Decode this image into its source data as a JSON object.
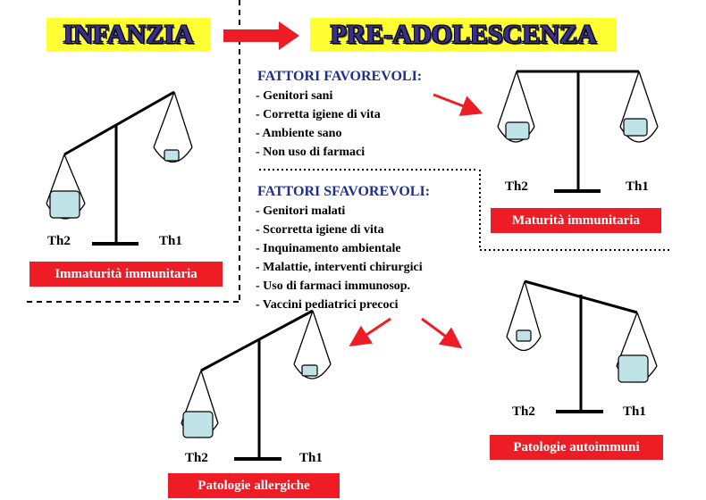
{
  "stages": {
    "infancy": "INFANZIA",
    "pre_adolescence": "PRE-ADOLESCENZA"
  },
  "favorable": {
    "title": "FATTORI FAVOREVOLI:",
    "items": [
      "- Genitori sani",
      "- Corretta igiene di vita",
      "- Ambiente sano",
      "- Non uso di farmaci"
    ]
  },
  "unfavorable": {
    "title": "FATTORI SFAVOREVOLI:",
    "items": [
      "- Genitori malati",
      "- Scorretta igiene di vita",
      "- Inquinamento ambientale",
      "- Malattie, interventi chirurgici",
      "- Uso di farmaci immunosop.",
      "- Vaccini pediatrici precoci"
    ]
  },
  "balances": {
    "infancy": {
      "left": "Th2",
      "right": "Th1",
      "label": "Immaturità immunitaria",
      "tilt": "Th2 heavier"
    },
    "maturity": {
      "left": "Th2",
      "right": "Th1",
      "label": "Maturità immunitaria",
      "tilt": "balanced"
    },
    "allergic": {
      "left": "Th2",
      "right": "Th1",
      "label": "Patologie allergiche",
      "tilt": "Th2 heavier"
    },
    "autoimmune": {
      "left": "Th2",
      "right": "Th1",
      "label": "Patologie autoimmuni",
      "tilt": "Th1 heavier"
    }
  },
  "colors": {
    "accent_red": "#ee1c25",
    "title_yellow": "#ffff33",
    "title_text": "#3a2f8a",
    "factor_blue": "#1f2f8c",
    "pan_fill": "#bfe3e6"
  }
}
